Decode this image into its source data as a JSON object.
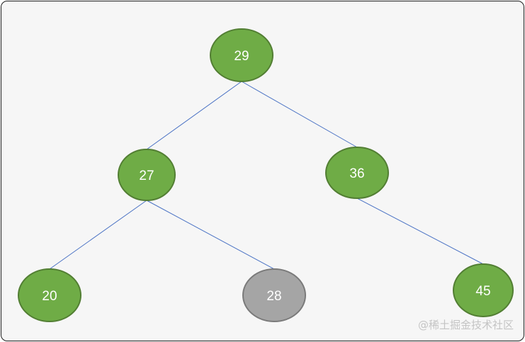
{
  "colors": {
    "node_fill": "#6fac46",
    "node_stroke": "#527e33",
    "highlight_fill": "#a5a5a5",
    "highlight_stroke": "#7a7a7a",
    "edge": "#4a72c4",
    "label": "#ffffff"
  },
  "tree": {
    "nodes": [
      {
        "id": "n29",
        "label": "29",
        "state": "normal"
      },
      {
        "id": "n27",
        "label": "27",
        "state": "normal"
      },
      {
        "id": "n36",
        "label": "36",
        "state": "normal"
      },
      {
        "id": "n20",
        "label": "20",
        "state": "normal"
      },
      {
        "id": "n28",
        "label": "28",
        "state": "highlighted"
      },
      {
        "id": "n45",
        "label": "45",
        "state": "normal"
      }
    ],
    "edges": [
      {
        "from": "n29",
        "to": "n27"
      },
      {
        "from": "n29",
        "to": "n36"
      },
      {
        "from": "n27",
        "to": "n20"
      },
      {
        "from": "n27",
        "to": "n28"
      },
      {
        "from": "n36",
        "to": "n45"
      }
    ]
  },
  "watermark": "@稀土掘金技术社区"
}
